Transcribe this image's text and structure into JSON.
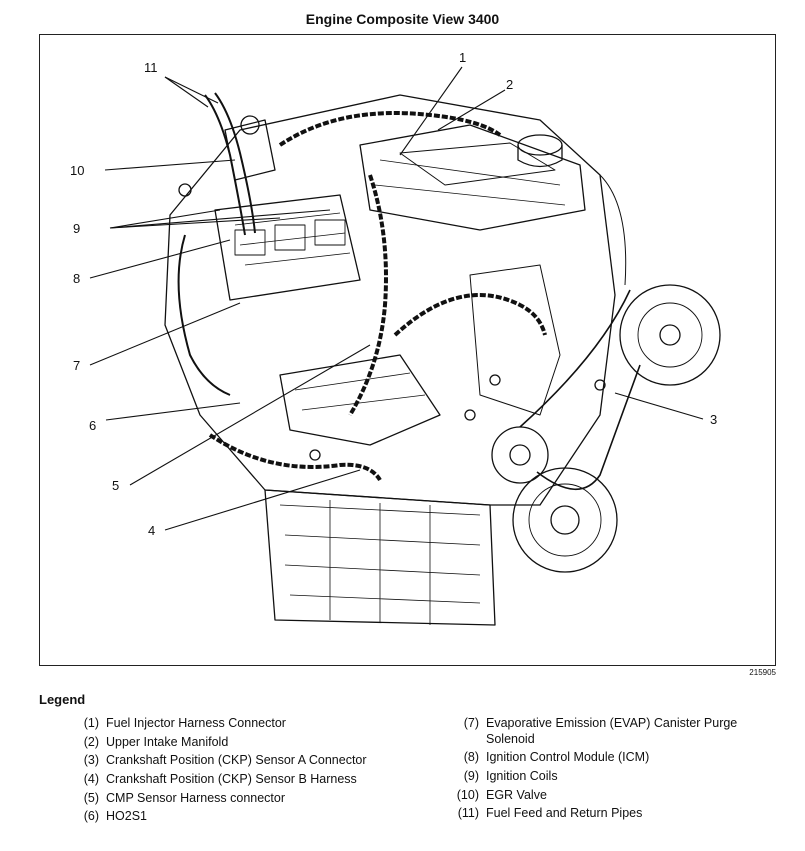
{
  "title": "Engine Composite View 3400",
  "figure_number": "215905",
  "legend": {
    "heading": "Legend",
    "items": [
      {
        "num": "(1)",
        "text": "Fuel Injector Harness Connector"
      },
      {
        "num": "(2)",
        "text": "Upper Intake Manifold"
      },
      {
        "num": "(3)",
        "text": "Crankshaft Position (CKP) Sensor A Connector"
      },
      {
        "num": "(4)",
        "text": "Crankshaft Position (CKP) Sensor B Harness"
      },
      {
        "num": "(5)",
        "text": "CMP Sensor Harness connector"
      },
      {
        "num": "(6)",
        "text": "HO2S1"
      },
      {
        "num": "(7)",
        "text": "Evaporative Emission (EVAP) Canister Purge Solenoid"
      },
      {
        "num": "(8)",
        "text": "Ignition Control Module (ICM)"
      },
      {
        "num": "(9)",
        "text": "Ignition Coils"
      },
      {
        "num": "(10)",
        "text": "EGR Valve"
      },
      {
        "num": "(11)",
        "text": "Fuel Feed and Return Pipes"
      }
    ]
  },
  "callouts": {
    "c1": "1",
    "c2": "2",
    "c3": "3",
    "c4": "4",
    "c5": "5",
    "c6": "6",
    "c7": "7",
    "c8": "8",
    "c9": "9",
    "c10": "10",
    "c11": "11"
  }
}
